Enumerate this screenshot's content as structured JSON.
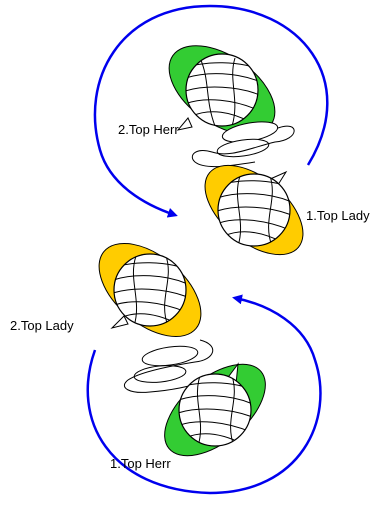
{
  "labels": {
    "top_herr_1": "2.Top Herr",
    "top_lady_1": "1.Top Lady",
    "top_lady_2": "2.Top Lady",
    "top_herr_2": "1.Top Herr"
  },
  "colors": {
    "herr": "#33cc33",
    "lady": "#ffcc00",
    "arrow": "#0000ee",
    "outline": "#000000"
  }
}
